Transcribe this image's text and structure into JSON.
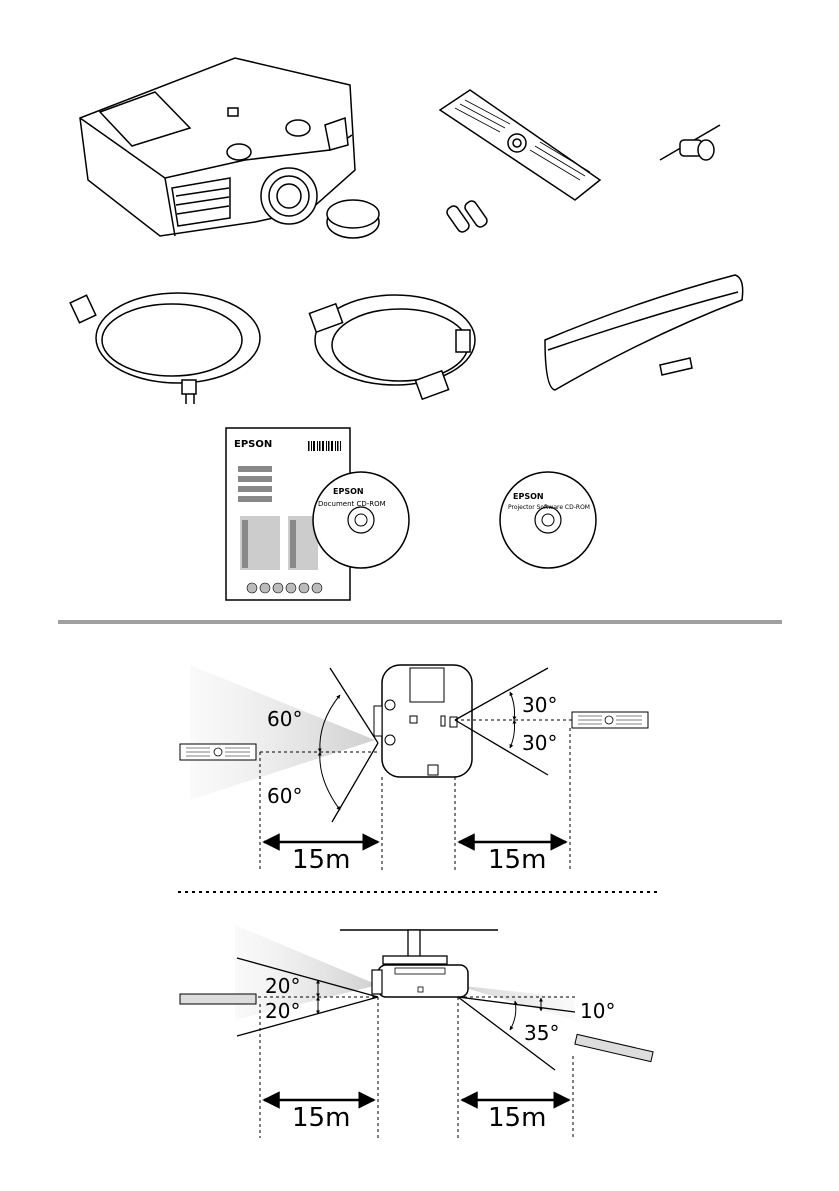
{
  "manual_sheet": {
    "brand": "EPSON"
  },
  "document_cd": {
    "brand": "EPSON",
    "label": "Document CD-ROM"
  },
  "software_cd": {
    "brand": "EPSON",
    "label": "Projector Software CD-ROM"
  },
  "top_view": {
    "front_angle_up": "60°",
    "front_angle_down": "60°",
    "rear_angle_up": "30°",
    "rear_angle_down": "30°",
    "front_distance": "15m",
    "rear_distance": "15m"
  },
  "side_view": {
    "front_angle_up": "20°",
    "front_angle_down": "20°",
    "rear_angle_up": "10°",
    "rear_angle_down": "35°",
    "front_distance": "15m",
    "rear_distance": "15m"
  }
}
